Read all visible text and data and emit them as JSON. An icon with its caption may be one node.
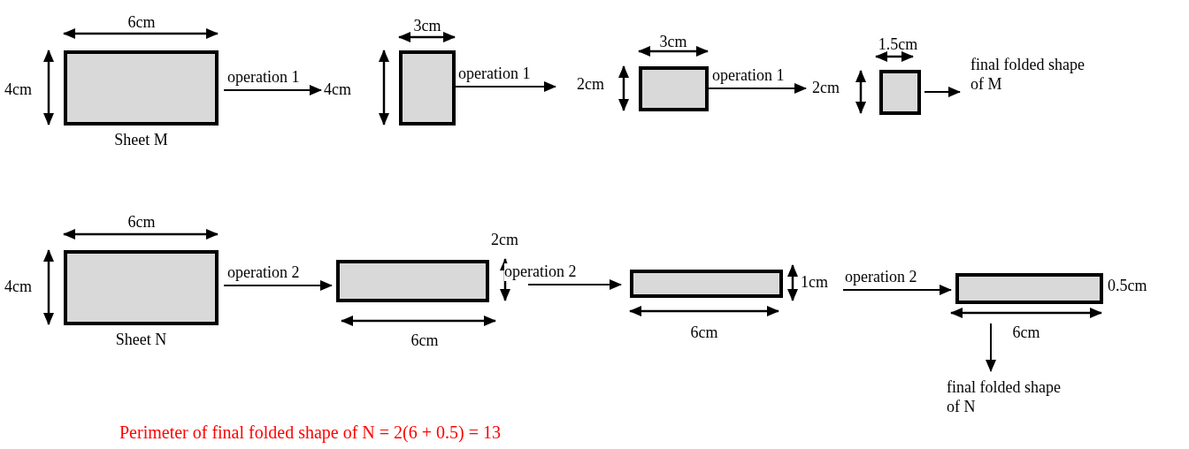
{
  "diagram": {
    "nodes": [
      {
        "text": [],
        "shape": "box",
        "beside": [
          "Sheet M"
        ]
      },
      {
        "text": [],
        "shape": "box"
      },
      {
        "text": [],
        "shape": "box"
      },
      {
        "text": [],
        "shape": "box"
      },
      {
        "text": [
          "final folded shape of M"
        ]
      },
      {
        "text": [],
        "shape": "box",
        "beside": [
          "Sheet N"
        ]
      },
      {
        "text": [],
        "shape": "box"
      },
      {
        "text": [],
        "shape": "box"
      },
      {
        "text": [],
        "shape": "box"
      },
      {
        "text": [
          "final folded shape of N"
        ]
      }
    ],
    "edges": [
      {
        "from": 0,
        "to": 1,
        "arrow": "to",
        "label": "operation 1"
      },
      {
        "from": 1,
        "to": 2,
        "arrow": "to",
        "label": "operation 1"
      },
      {
        "from": 2,
        "to": 3,
        "arrow": "to",
        "label": "operation 1"
      },
      {
        "from": 3,
        "to": 4,
        "arrow": "to"
      },
      {
        "from": 5,
        "to": 6,
        "arrow": "to",
        "label": "operation 2"
      },
      {
        "from": 6,
        "to": 7,
        "arrow": "to",
        "label": "operation 2"
      },
      {
        "from": 7,
        "to": 8,
        "arrow": "to",
        "label": "operation 2"
      },
      {
        "from": 8,
        "to": 9,
        "arrow": "to"
      }
    ],
    "labels": [
      "6cm",
      "4cm",
      "3cm",
      "4cm",
      "3cm",
      "2cm",
      "1.5cm",
      "2cm",
      "6cm",
      "4cm",
      "2cm",
      "6cm",
      "1cm",
      "6cm",
      "0.5cm",
      "6cm",
      "Perimeter of final folded shape of N = 2(6 + 0.5) = 13"
    ]
  }
}
